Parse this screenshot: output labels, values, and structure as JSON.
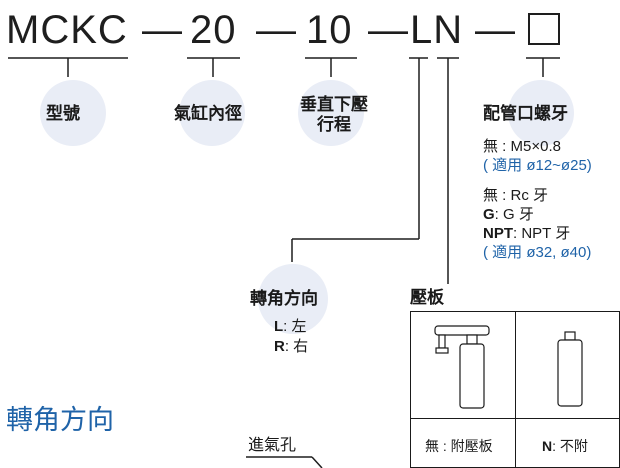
{
  "model_code": {
    "series": "MCKC",
    "bore": "20",
    "stroke": "10",
    "suffix": "LN",
    "dash1": "—",
    "dash2": "—",
    "dash3": "—",
    "dash4": "—"
  },
  "labels": {
    "model_no": "型號",
    "bore_dia": "氣缸內徑",
    "stroke_line1": "垂直下壓",
    "stroke_line2": "行程",
    "pipe_thread": "配管口螺牙",
    "rotation": "轉角方向",
    "clamp_arm": "壓板"
  },
  "thread_options": {
    "line1": "無 : M5×0.8",
    "line2": "( 適用 ø12~ø25)",
    "line3": "無 : Rc 牙",
    "line4_key": "G",
    "line4_rest": ": G 牙",
    "line5_key": "NPT",
    "line5_rest": ": NPT 牙",
    "line6": "( 適用 ø32, ø40)"
  },
  "rotation_options": {
    "l_key": "L",
    "l_val": ": 左",
    "r_key": "R",
    "r_val": ": 右"
  },
  "clamp_table": {
    "with_label": "無 : 附壓板",
    "without_key": "N",
    "without_rest": ": 不附"
  },
  "section": {
    "title": "轉角方向",
    "air_inlet": "進氣孔"
  },
  "colors": {
    "accent": "#1f63a8",
    "circle": "#e9edf6",
    "text": "#1a1a1a"
  }
}
